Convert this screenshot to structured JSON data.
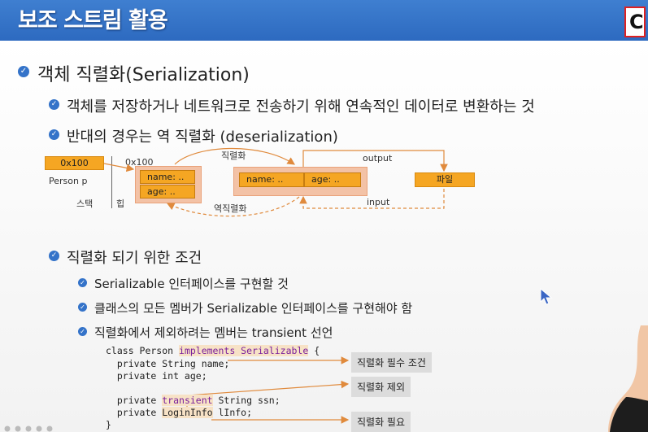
{
  "header": {
    "title": "보조 스트림 활용",
    "corner_char": "C"
  },
  "section": {
    "title": "객체 직렬화(Serialization)",
    "points": [
      "객체를 저장하거나 네트워크로 전송하기 위해 연속적인 데이터로 변환하는 것",
      "반대의 경우는 역 직렬화 (deserialization)"
    ]
  },
  "diagram": {
    "stack_value": "0x100",
    "stack_var": "Person p",
    "stack_label": "스택",
    "heap_label": "힙",
    "heap_addr": "0x100",
    "field_name": "name: ..",
    "field_age": "age: ..",
    "serialize_label": "직렬화",
    "deserialize_label": "역직렬화",
    "output_label": "output",
    "input_label": "input",
    "file_label": "파일"
  },
  "conditions": {
    "title": "직렬화 되기 위한 조건",
    "items": [
      "Serializable 인터페이스를 구현할 것",
      "클래스의 모든 멤버가 Serializable 인터페이스를 구현해야 함",
      "직렬화에서 제외하려는 멤버는 transient 선언"
    ]
  },
  "code": {
    "line1_a": "class Person ",
    "line1_kw": "implements Serializable",
    "line1_b": " {",
    "line2": "  private String name;",
    "line3": "  private int age;",
    "line5_a": "  private ",
    "line5_kw": "transient",
    "line5_b": " String ssn;",
    "line6_a": "  private ",
    "line6_kw": "LoginInfo",
    "line6_b": " lInfo;",
    "line7": "}"
  },
  "callouts": {
    "required": "직렬화 필수 조건",
    "excluded": "직렬화 제외",
    "needed": "직렬화 필요"
  },
  "colors": {
    "accent": "#3473c9",
    "orange": "#f5a623",
    "heap": "#f3c2a6",
    "arrow": "#e08a3c"
  }
}
